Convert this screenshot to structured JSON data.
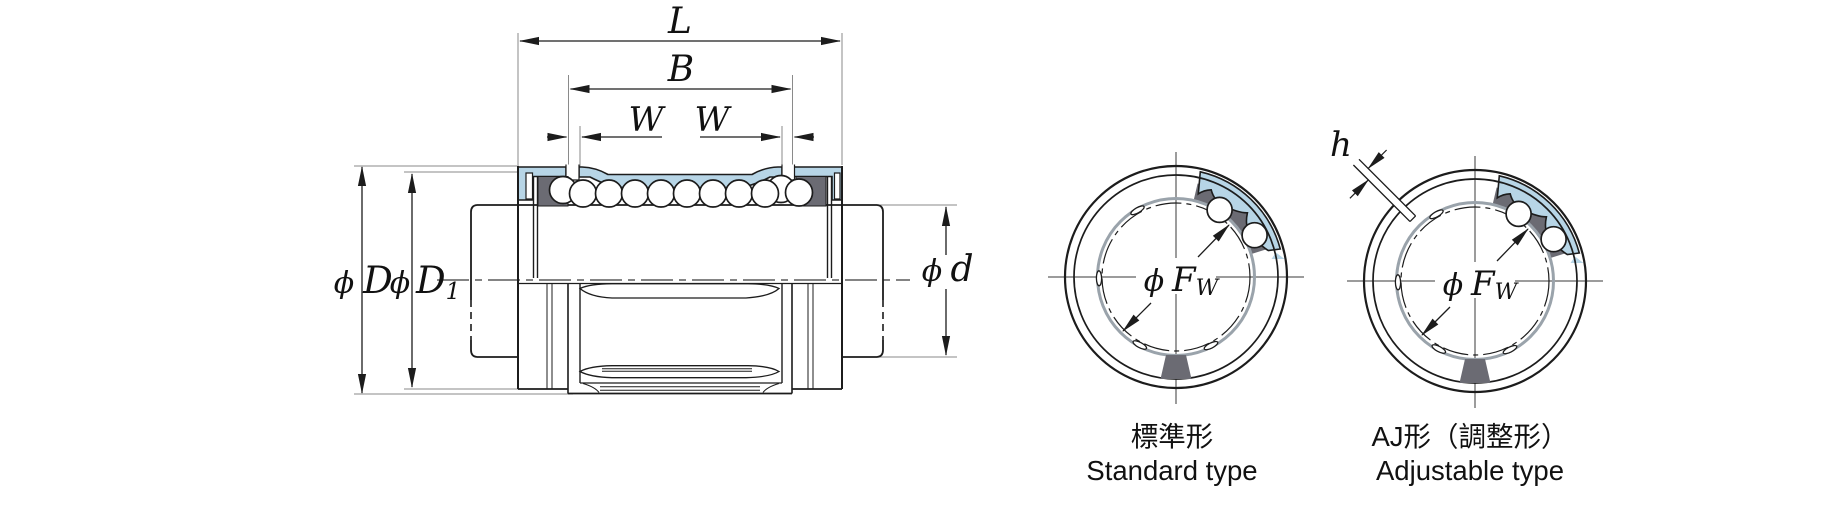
{
  "symbols": {
    "phi": "ϕ"
  },
  "dims": {
    "L": "L",
    "B": "B",
    "W": "W",
    "D": "D",
    "D1": "D",
    "D1_sub": "1",
    "d": "d",
    "F": "F",
    "F_sub": "W",
    "h": "h"
  },
  "captions": {
    "standard_jp": "標準形",
    "standard_en": "Standard type",
    "adjustable_jp": "AJ形（調整形）",
    "adjustable_en": "Adjustable type"
  },
  "colors": {
    "shell_blue": "#b7d5e6",
    "retainer_gray": "#6b6b73",
    "line_dark": "#1c1c1c",
    "ext_gray": "#8a8a8a"
  }
}
